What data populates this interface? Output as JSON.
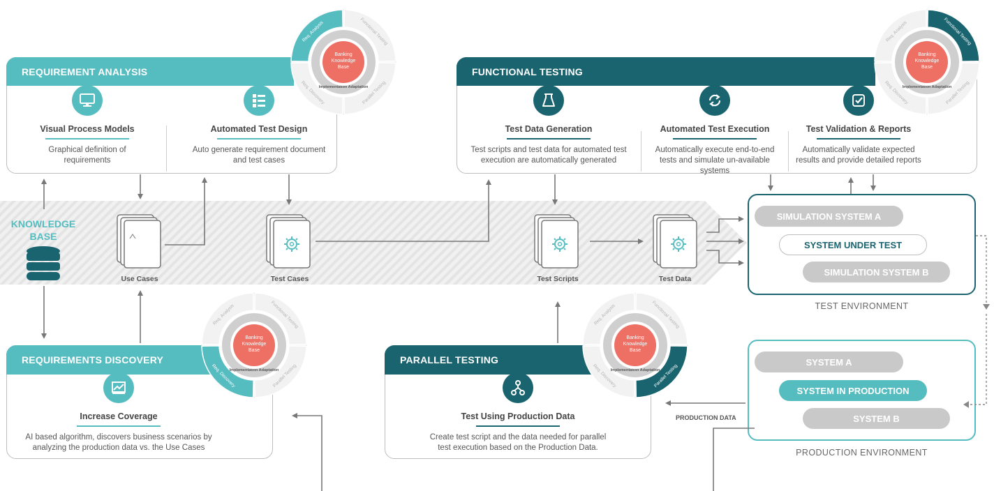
{
  "knowledge_base": {
    "line1": "KNOWLEDGE",
    "line2": "BASE"
  },
  "requirement_analysis": {
    "title": "REQUIREMENT ANALYSIS",
    "items": [
      {
        "title": "Visual Process Models",
        "desc1": "Graphical definition of",
        "desc2": "requirements",
        "icon": "monitor-icon"
      },
      {
        "title": "Automated Test Design",
        "desc1": "Auto generate requirement document",
        "desc2": "and test cases",
        "icon": "list-icon"
      }
    ]
  },
  "functional_testing": {
    "title": "FUNCTIONAL TESTING",
    "items": [
      {
        "title": "Test Data Generation",
        "desc1": "Test scripts and test data for automated test",
        "desc2": "execution are automatically generated",
        "desc3": "",
        "icon": "flask-icon"
      },
      {
        "title": "Automated Test Execution",
        "desc1": "Automatically execute end-to-end",
        "desc2": "tests and simulate un-available",
        "desc3": "systems",
        "icon": "sync-icon"
      },
      {
        "title": "Test Validation & Reports",
        "desc1": "Automatically validate expected",
        "desc2": "results and provide detailed reports",
        "desc3": "",
        "icon": "check-icon"
      }
    ]
  },
  "requirements_discovery": {
    "title": "REQUIREMENTS DISCOVERY",
    "item": {
      "title": "Increase Coverage",
      "desc1": "AI based algorithm, discovers business scenarios by",
      "desc2": "analyzing the production data vs. the Use Cases",
      "icon": "chart-icon"
    }
  },
  "parallel_testing": {
    "title": "PARALLEL TESTING",
    "item": {
      "title": "Test Using Production Data",
      "desc1": "Create test script and the data needed for parallel",
      "desc2": "test execution based on the Production Data.",
      "icon": "branch-icon"
    }
  },
  "documents": {
    "use_cases": "Use Cases",
    "test_cases": "Test Cases",
    "test_scripts": "Test Scripts",
    "test_data": "Test Data"
  },
  "test_environment": {
    "label": "TEST ENVIRONMENT",
    "sim_a": "SIMULATION SYSTEM A",
    "sut": "SYSTEM UNDER TEST",
    "sim_b": "SIMULATION SYSTEM B"
  },
  "production_environment": {
    "label": "PRODUCTION ENVIRONMENT",
    "system_a": "SYSTEM A",
    "system_prod": "SYSTEM IN PRODUCTION",
    "system_b": "SYSTEM B"
  },
  "production_data_label": "PRODUCTION DATA",
  "wheel": {
    "center": [
      "Banking",
      "Knowledge",
      "Base"
    ],
    "segments": [
      "Req. Analysis",
      "Functional Testing",
      "Parallel Testing",
      "Req. Discovery"
    ],
    "inner": "Implementation Adaptation"
  },
  "colors": {
    "light": "#55bcc0",
    "dark": "#1a6470",
    "coral": "#ee6f63",
    "grey": "#c9c9c9"
  }
}
